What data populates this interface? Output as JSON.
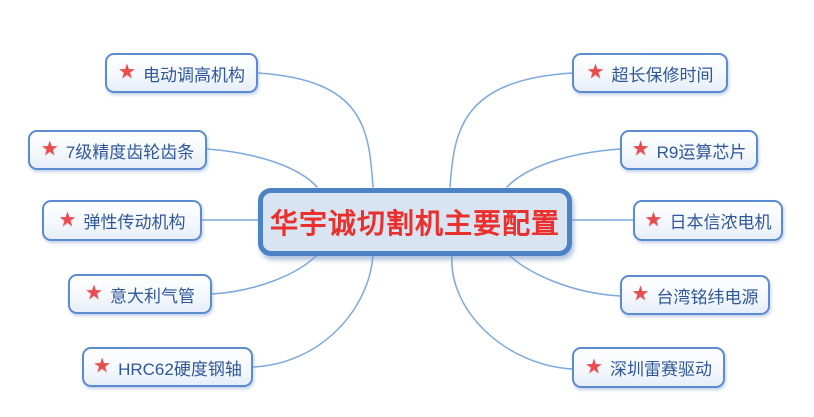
{
  "diagram": {
    "title": "mind-map of cutting machine main configuration",
    "star_icon": "★",
    "center": {
      "label": "华宇诚切割机主要配置"
    },
    "left_branches": [
      {
        "label": "电动调高机构"
      },
      {
        "label": "7级精度齿轮齿条"
      },
      {
        "label": "弹性传动机构"
      },
      {
        "label": "意大利气管"
      },
      {
        "label": "HRC62硬度钢轴"
      }
    ],
    "right_branches": [
      {
        "label": "超长保修时间"
      },
      {
        "label": "R9运算芯片"
      },
      {
        "label": "日本信浓电机"
      },
      {
        "label": "台湾铭纬电源"
      },
      {
        "label": "深圳雷赛驱动"
      }
    ],
    "colors": {
      "node_border": "#5b8bd0",
      "node_text": "#2f5799",
      "node_fill": "#f0f5fb",
      "star": "#e94b4e",
      "center_border": "#4d82c4",
      "center_fill": "#d9e4f2",
      "center_text": "#e9302c",
      "connector_line": "#7da9dd",
      "background": "#ffffff"
    }
  }
}
